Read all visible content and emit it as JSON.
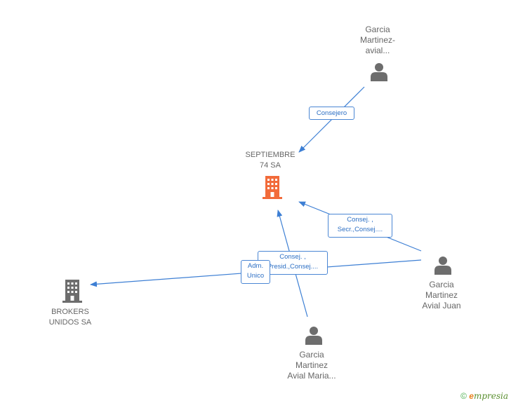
{
  "nodes": {
    "septiembre": {
      "name_line1": "SEPTIEMBRE",
      "name_line2": "74 SA",
      "type": "company",
      "color": "#f26b3a"
    },
    "brokers": {
      "name_line1": "BROKERS",
      "name_line2": "UNIDOS SA",
      "type": "company",
      "color": "#6d6d6d"
    },
    "person_top": {
      "line1": "Garcia",
      "line2": "Martinez-",
      "line3": "avial...",
      "type": "person"
    },
    "person_right": {
      "line1": "Garcia",
      "line2": "Martinez",
      "line3": "Avial Juan",
      "type": "person"
    },
    "person_bottom": {
      "line1": "Garcia",
      "line2": "Martinez",
      "line3": "Avial Maria...",
      "type": "person"
    }
  },
  "edges": {
    "consejero": {
      "line1": "Consejero"
    },
    "right_to_sept": {
      "line1": "Consej. ,",
      "line2": "Secr.,Consej...."
    },
    "bottom_to_sept": {
      "line1": "Consej. ,",
      "line2": "Presid.,Consej...."
    },
    "right_to_brokers": {
      "line1": "Adm.",
      "line2": "Unico"
    }
  },
  "colors": {
    "edge": "#3d7fd4",
    "person": "#6d6d6d",
    "label_text": "#666666"
  },
  "footer": {
    "copyright": "©",
    "brand": "mpresia",
    "brand_initial": "e"
  }
}
